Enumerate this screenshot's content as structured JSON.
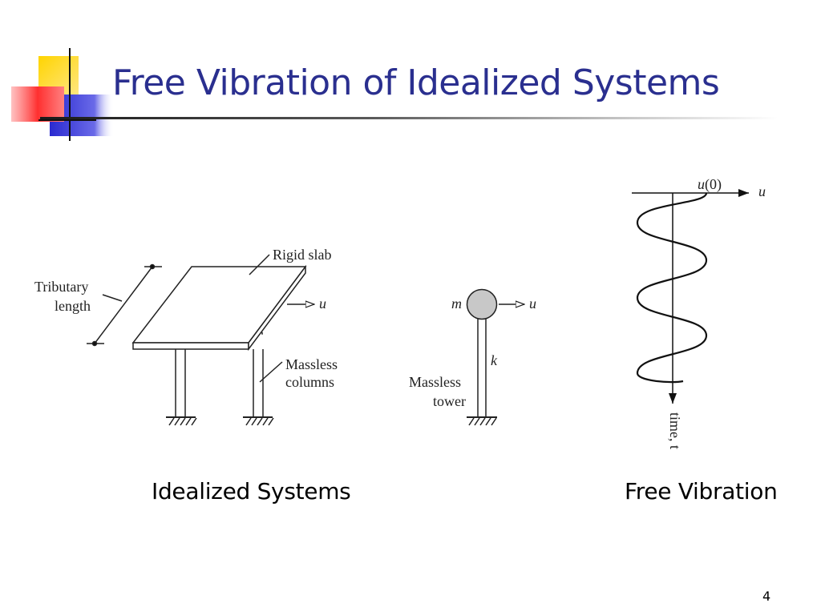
{
  "slide": {
    "title": "Free Vibration of Idealized Systems",
    "page_number": "4"
  },
  "diagram": {
    "labels": {
      "rigid_slab": "Rigid slab",
      "tributary_line1": "Tributary",
      "tributary_line2": "length",
      "massless_columns_line1": "Massless",
      "massless_columns_line2": "columns",
      "displacement_u": "u",
      "mass_m": "m",
      "stiffness_k": "k",
      "massless_tower_line1": "Massless",
      "massless_tower_line2": "tower",
      "initial_displacement_u": "u",
      "initial_displacement_arg": "(0)",
      "time_axis": "time, t"
    },
    "captions": {
      "left": "Idealized Systems",
      "right": "Free Vibration"
    }
  },
  "colors": {
    "title": "#2a2f8f",
    "deco_yellow": "#ffcc00",
    "deco_red": "#ff3333",
    "deco_blue": "#3333cc",
    "mass_fill": "#c8c8c8"
  }
}
